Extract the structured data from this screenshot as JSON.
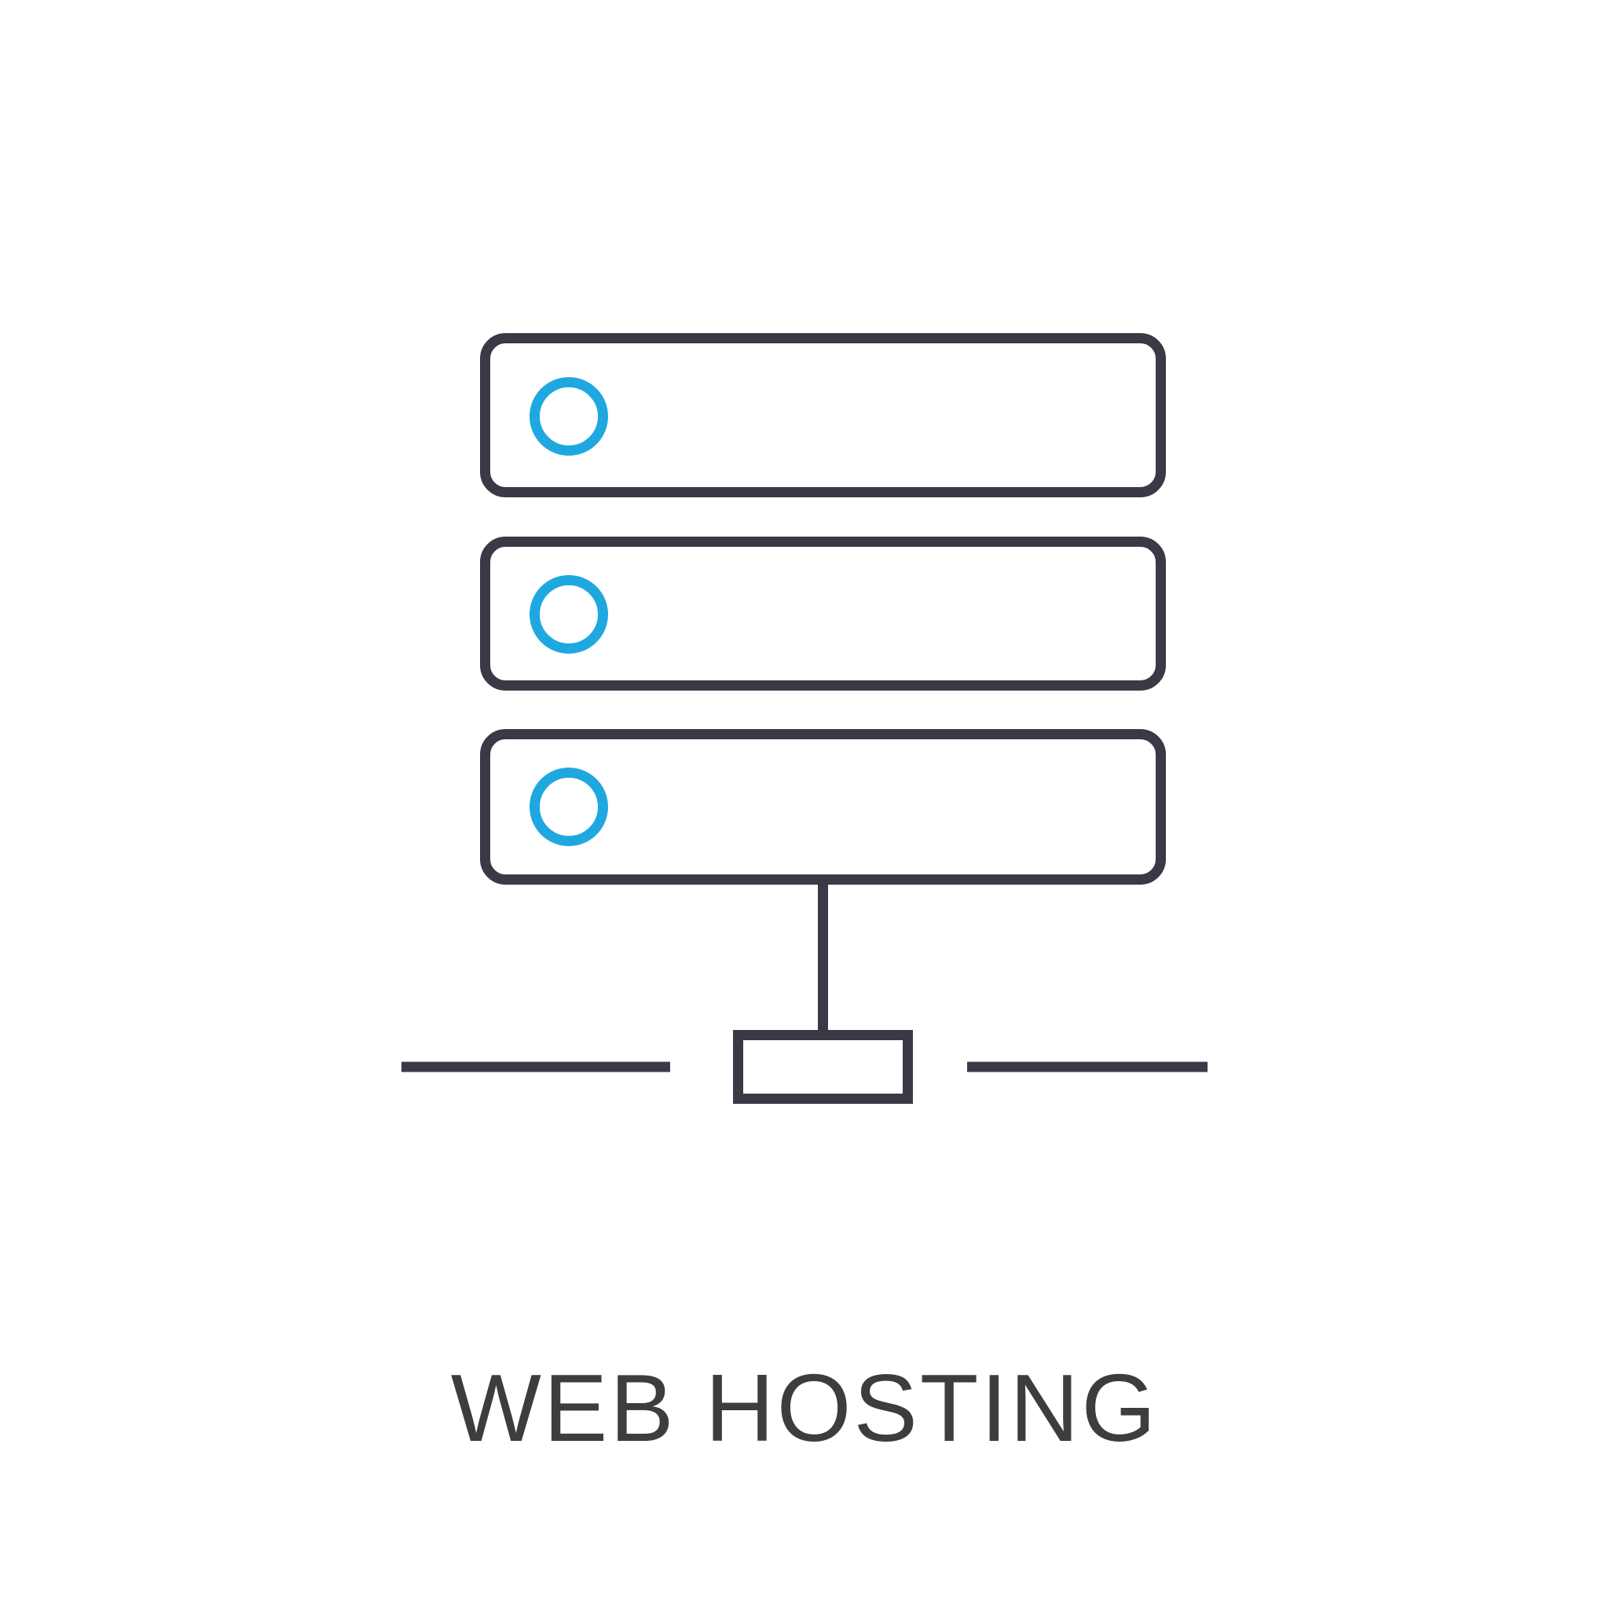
{
  "caption": {
    "text": "WEB HOSTING"
  },
  "icon": {
    "name": "server-rack-icon",
    "stroke_color": "#3a3946",
    "accent_color": "#1fa8e0",
    "background": "#ffffff",
    "server_units": [
      {
        "id": "server-unit-1",
        "indicator": "status-light-1"
      },
      {
        "id": "server-unit-2",
        "indicator": "status-light-2"
      },
      {
        "id": "server-unit-3",
        "indicator": "status-light-3"
      }
    ]
  }
}
